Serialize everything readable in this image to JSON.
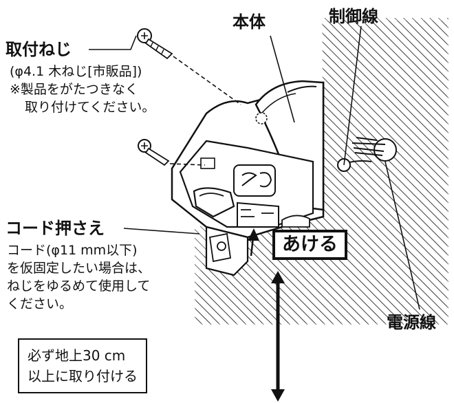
{
  "labels": {
    "main_body": "本体",
    "control_wire": "制御線",
    "power_wire": "電源線",
    "screw_title": "取付ねじ",
    "screw_desc": "(φ4.1 木ねじ[市販品])",
    "screw_note_1": "※製品をがたつきなく",
    "screw_note_2": "取り付けてください。",
    "cord_clamp_title": "コード押さえ",
    "cord_desc_1": "コード(φ11 mm以下)",
    "cord_desc_2": "を仮固定したい場合は、",
    "cord_desc_3": "ねじをゆるめて使用して",
    "cord_desc_4": "ください。",
    "open": "あける",
    "height_note_1": "必ず地上30 cm",
    "height_note_2": "以上に取り付ける"
  },
  "colors": {
    "ink": "#111111",
    "background": "#ffffff",
    "hatch": "#222222"
  },
  "icons": [
    "screw-icon",
    "screw-icon",
    "wire-bundle-icon",
    "double-arrow-icon",
    "up-arrow-icon"
  ]
}
